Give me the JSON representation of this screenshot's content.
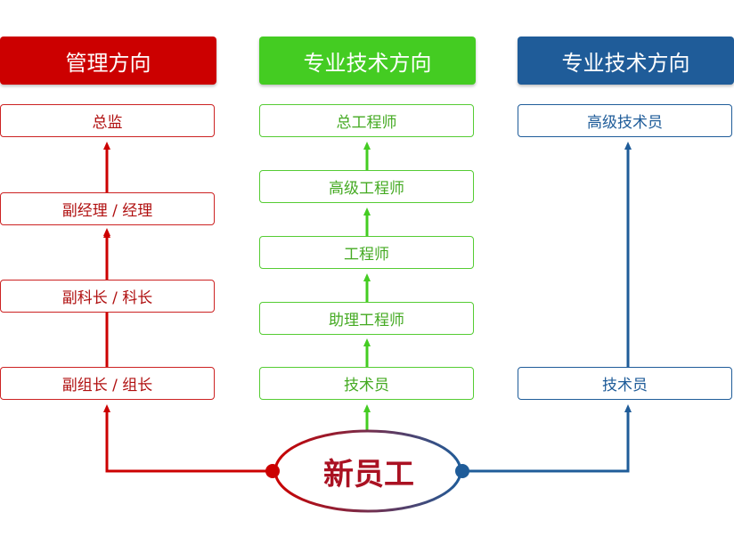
{
  "columns": [
    {
      "header": "管理方向",
      "color": "#cc0000",
      "steps": [
        "总监",
        "副经理 / 经理",
        "副科长 / 科长",
        "副组长 / 组长"
      ]
    },
    {
      "header": "专业技术方向",
      "color": "#44cc22",
      "steps": [
        "总工程师",
        "高级工程师",
        "工程师",
        "助理工程师",
        "技术员"
      ]
    },
    {
      "header": "专业技术方向",
      "color": "#1f5c99",
      "steps": [
        "高级技术员",
        "技术员"
      ]
    }
  ],
  "center": {
    "label": "新员工",
    "gradient": [
      "#cc0000",
      "#1f5c99"
    ]
  }
}
